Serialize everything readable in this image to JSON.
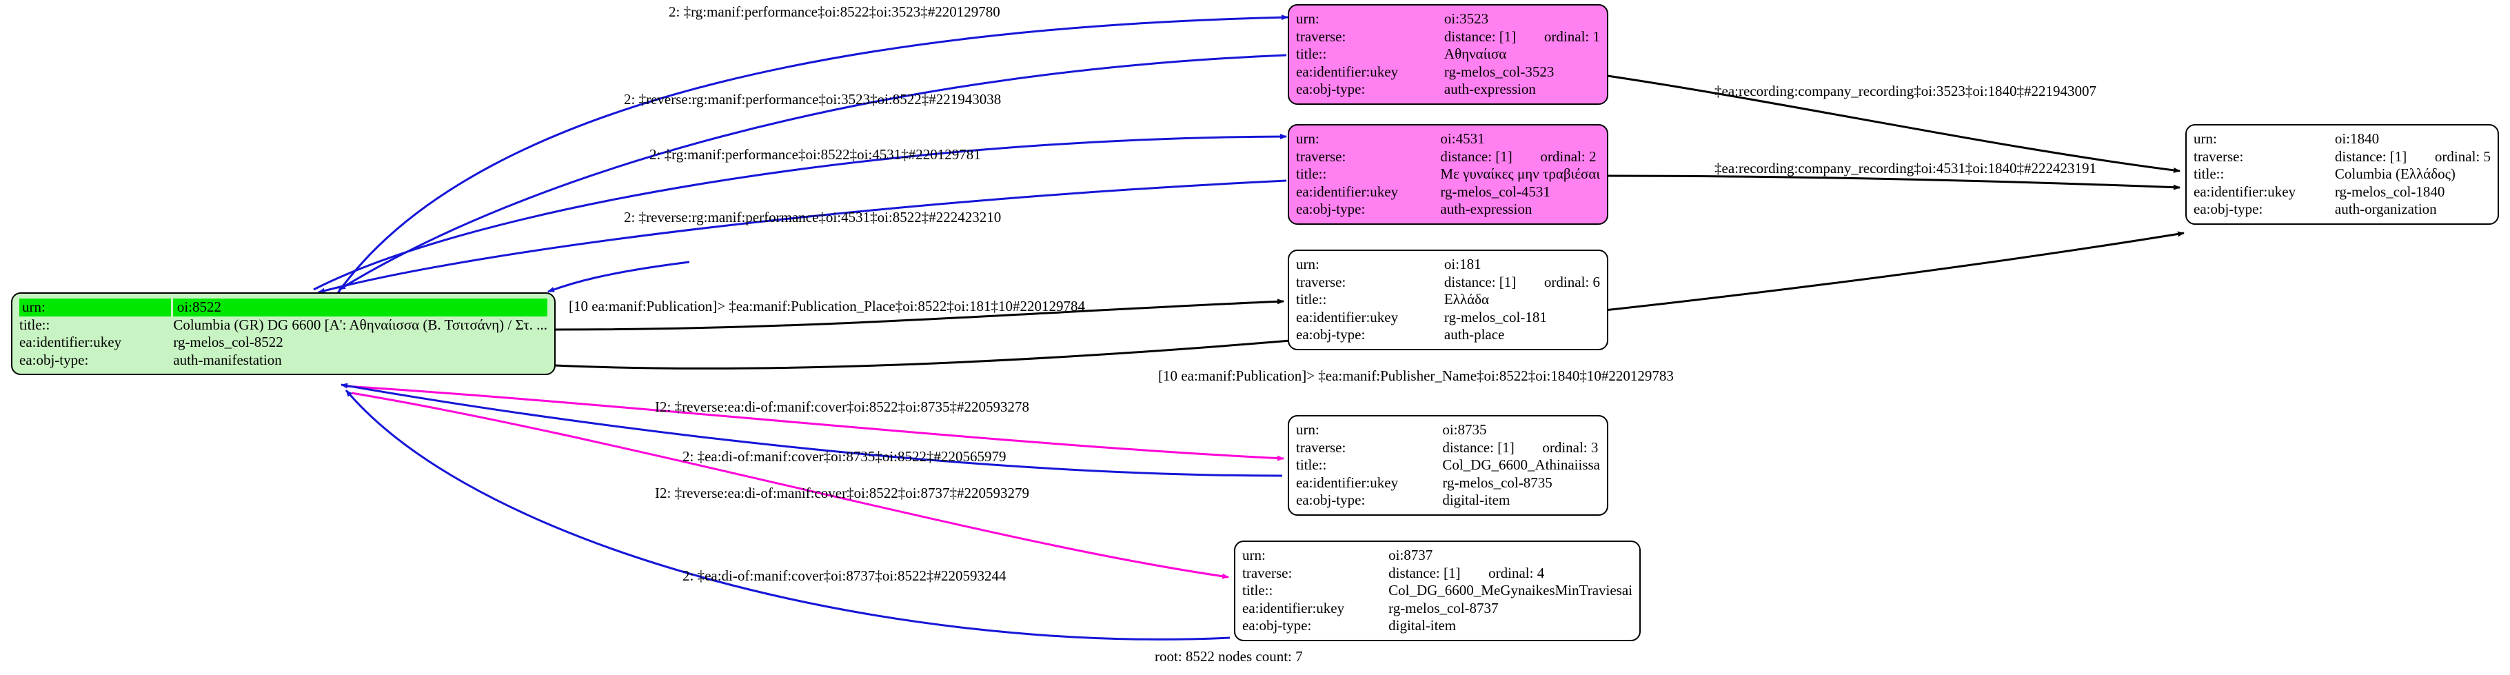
{
  "graph": {
    "caption": "root: 8522 nodes count: 7",
    "colors": {
      "edge_blue": "#1616d8",
      "edge_black": "#000000",
      "edge_magenta": "#ff00d8",
      "node_green_fill": "#c8f3c2",
      "node_green_highlight": "#00e800",
      "node_magenta_fill": "#ff80f0",
      "node_white_fill": "#ffffff",
      "node_border": "#000000"
    },
    "nodes": [
      {
        "id": "node-8522",
        "style": "green",
        "rows": [
          {
            "key": "urn:",
            "value": "oi:8522",
            "highlight": true
          },
          {
            "key": "title::",
            "value": "Columbia (GR) DG 6600 [Α': Αθηναίισσα (Β. Τσιτσάνη) / Στ. ..."
          },
          {
            "key": "ea:identifier:ukey",
            "value": "rg-melos_col-8522"
          },
          {
            "key": "ea:obj-type:",
            "value": "auth-manifestation"
          }
        ]
      },
      {
        "id": "node-3523",
        "style": "magenta",
        "rows": [
          {
            "key": "urn:",
            "value": "oi:3523"
          },
          {
            "key": "traverse:",
            "distance": "distance: [1]",
            "ordinal": "ordinal: 1"
          },
          {
            "key": "title::",
            "value": "Αθηναίισα"
          },
          {
            "key": "ea:identifier:ukey",
            "value": "rg-melos_col-3523"
          },
          {
            "key": "ea:obj-type:",
            "value": "auth-expression"
          }
        ]
      },
      {
        "id": "node-4531",
        "style": "magenta",
        "rows": [
          {
            "key": "urn:",
            "value": "oi:4531"
          },
          {
            "key": "traverse:",
            "distance": "distance: [1]",
            "ordinal": "ordinal: 2"
          },
          {
            "key": "title::",
            "value": "Με γυναίκες μην τραβιέσαι"
          },
          {
            "key": "ea:identifier:ukey",
            "value": "rg-melos_col-4531"
          },
          {
            "key": "ea:obj-type:",
            "value": "auth-expression"
          }
        ]
      },
      {
        "id": "node-181",
        "style": "white",
        "rows": [
          {
            "key": "urn:",
            "value": "oi:181"
          },
          {
            "key": "traverse:",
            "distance": "distance: [1]",
            "ordinal": "ordinal: 6"
          },
          {
            "key": "title::",
            "value": "Ελλάδα"
          },
          {
            "key": "ea:identifier:ukey",
            "value": "rg-melos_col-181"
          },
          {
            "key": "ea:obj-type:",
            "value": "auth-place"
          }
        ]
      },
      {
        "id": "node-1840",
        "style": "white",
        "rows": [
          {
            "key": "urn:",
            "value": "oi:1840"
          },
          {
            "key": "traverse:",
            "distance": "distance: [1]",
            "ordinal": "ordinal: 5"
          },
          {
            "key": "title::",
            "value": "Columbia (Ελλάδος)"
          },
          {
            "key": "ea:identifier:ukey",
            "value": "rg-melos_col-1840"
          },
          {
            "key": "ea:obj-type:",
            "value": "auth-organization"
          }
        ]
      },
      {
        "id": "node-8735",
        "style": "white",
        "rows": [
          {
            "key": "urn:",
            "value": "oi:8735"
          },
          {
            "key": "traverse:",
            "distance": "distance: [1]",
            "ordinal": "ordinal: 3"
          },
          {
            "key": "title::",
            "value": "Col_DG_6600_Athinaiissa"
          },
          {
            "key": "ea:identifier:ukey",
            "value": "rg-melos_col-8735"
          },
          {
            "key": "ea:obj-type:",
            "value": "digital-item"
          }
        ]
      },
      {
        "id": "node-8737",
        "style": "white",
        "rows": [
          {
            "key": "urn:",
            "value": "oi:8737"
          },
          {
            "key": "traverse:",
            "distance": "distance: [1]",
            "ordinal": "ordinal: 4"
          },
          {
            "key": "title::",
            "value": "Col_DG_6600_MeGynaikesMinTraviesai"
          },
          {
            "key": "ea:identifier:ukey",
            "value": "rg-melos_col-8737"
          },
          {
            "key": "ea:obj-type:",
            "value": "digital-item"
          }
        ]
      }
    ],
    "edge_labels": [
      {
        "id": "edge-label-1",
        "text": "2: ‡rg:manif:performance‡oi:8522‡oi:3523‡#220129780"
      },
      {
        "id": "edge-label-2",
        "text": "2: ‡reverse:rg:manif:performance‡oi:3523‡oi:8522‡#221943038"
      },
      {
        "id": "edge-label-3",
        "text": "2: ‡rg:manif:performance‡oi:8522‡oi:4531‡#220129781"
      },
      {
        "id": "edge-label-4",
        "text": "2: ‡reverse:rg:manif:performance‡oi:4531‡oi:8522‡#222423210"
      },
      {
        "id": "edge-label-5",
        "text": "[10 ea:manif:Publication]> ‡ea:manif:Publication_Place‡oi:8522‡oi:181‡10#220129784"
      },
      {
        "id": "edge-label-6",
        "text": "[10 ea:manif:Publication]> ‡ea:manif:Publisher_Name‡oi:8522‡oi:1840‡10#220129783"
      },
      {
        "id": "edge-label-7",
        "text": "I2: ‡reverse:ea:di-of:manif:cover‡oi:8522‡oi:8735‡#220593278"
      },
      {
        "id": "edge-label-8",
        "text": "2: ‡ea:di-of:manif:cover‡oi:8735‡oi:8522‡#220565979"
      },
      {
        "id": "edge-label-9",
        "text": "I2: ‡reverse:ea:di-of:manif:cover‡oi:8522‡oi:8737‡#220593279"
      },
      {
        "id": "edge-label-10",
        "text": "2: ‡ea:di-of:manif:cover‡oi:8737‡oi:8522‡#220593244"
      },
      {
        "id": "edge-label-11",
        "text": "‡ea:recording:company_recording‡oi:3523‡oi:1840‡#221943007"
      },
      {
        "id": "edge-label-12",
        "text": "‡ea:recording:company_recording‡oi:4531‡oi:1840‡#222423191"
      }
    ]
  }
}
